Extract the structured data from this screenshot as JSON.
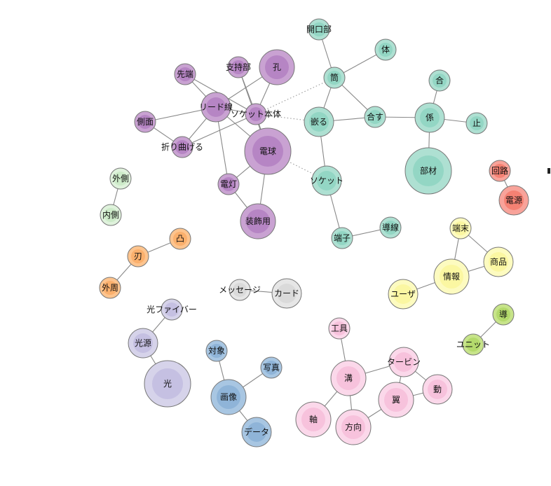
{
  "colors": {
    "purple": [
      "#c9a2d2",
      "#b685c4"
    ],
    "teal": [
      "#aee0d2",
      "#93d6c4"
    ],
    "red": [
      "#f8a39a",
      "#f48173"
    ],
    "green_light": [
      "#dff2dc",
      "#cdebc9"
    ],
    "orange": [
      "#fdc48e",
      "#fbb06d"
    ],
    "lavender": [
      "#d6d3ea",
      "#c5c0e2"
    ],
    "gray": [
      "#e6e6e6",
      "#dadada"
    ],
    "blue": [
      "#a8c6e2",
      "#8fb4d8"
    ],
    "yellow": [
      "#fdfbc0",
      "#fbf7a2"
    ],
    "lime": [
      "#c7e48a",
      "#b4da6c"
    ],
    "pink": [
      "#fbd8ea",
      "#f7c2dc"
    ]
  },
  "nodes": [
    {
      "id": "hole",
      "label": "孔",
      "color": "purple",
      "size": "l"
    },
    {
      "id": "support",
      "label": "支持部",
      "color": "purple",
      "size": "s"
    },
    {
      "id": "tip",
      "label": "先端",
      "color": "purple",
      "size": "s"
    },
    {
      "id": "leadwire",
      "label": "リード線",
      "color": "purple",
      "size": "m"
    },
    {
      "id": "socketbody",
      "label": "ソケット本体",
      "color": "purple",
      "size": "s"
    },
    {
      "id": "side",
      "label": "側面",
      "color": "purple",
      "size": "s"
    },
    {
      "id": "bend",
      "label": "折り曲げる",
      "color": "purple",
      "size": "s"
    },
    {
      "id": "bulb",
      "label": "電球",
      "color": "purple",
      "size": "xl"
    },
    {
      "id": "lamp",
      "label": "電灯",
      "color": "purple",
      "size": "s"
    },
    {
      "id": "decor",
      "label": "装飾用",
      "color": "purple",
      "size": "l"
    },
    {
      "id": "opening",
      "label": "開口部",
      "color": "teal",
      "size": "s"
    },
    {
      "id": "body",
      "label": "体",
      "color": "teal",
      "size": "s"
    },
    {
      "id": "tube",
      "label": "筒",
      "color": "teal",
      "size": "s"
    },
    {
      "id": "fit",
      "label": "嵌る",
      "color": "teal",
      "size": "m"
    },
    {
      "id": "match",
      "label": "合す",
      "color": "teal",
      "size": "s"
    },
    {
      "id": "engage",
      "label": "係",
      "color": "teal",
      "size": "m"
    },
    {
      "id": "go",
      "label": "合",
      "color": "teal",
      "size": "s"
    },
    {
      "id": "stop",
      "label": "止",
      "color": "teal",
      "size": "s"
    },
    {
      "id": "member",
      "label": "部材",
      "color": "teal",
      "size": "xl"
    },
    {
      "id": "socket",
      "label": "ソケット",
      "color": "teal",
      "size": "m"
    },
    {
      "id": "terminal",
      "label": "端子",
      "color": "teal",
      "size": "s"
    },
    {
      "id": "conductor",
      "label": "導線",
      "color": "teal",
      "size": "s"
    },
    {
      "id": "circuit",
      "label": "回路",
      "color": "red",
      "size": "s"
    },
    {
      "id": "power",
      "label": "電源",
      "color": "red",
      "size": "m"
    },
    {
      "id": "outer",
      "label": "外側",
      "color": "green_light",
      "size": "s"
    },
    {
      "id": "inner",
      "label": "内側",
      "color": "green_light",
      "size": "s"
    },
    {
      "id": "convex",
      "label": "凸",
      "color": "orange",
      "size": "s"
    },
    {
      "id": "blade",
      "label": "刃",
      "color": "orange",
      "size": "s"
    },
    {
      "id": "perimeter",
      "label": "外周",
      "color": "orange",
      "size": "s"
    },
    {
      "id": "fiber",
      "label": "光ファイバー",
      "color": "lavender",
      "size": "s"
    },
    {
      "id": "lightsource",
      "label": "光源",
      "color": "lavender",
      "size": "m"
    },
    {
      "id": "light",
      "label": "光",
      "color": "lavender",
      "size": "xl"
    },
    {
      "id": "message",
      "label": "メッセージ",
      "color": "gray",
      "size": "s"
    },
    {
      "id": "card",
      "label": "カード",
      "color": "gray",
      "size": "m"
    },
    {
      "id": "target",
      "label": "対象",
      "color": "blue",
      "size": "s"
    },
    {
      "id": "photo",
      "label": "写真",
      "color": "blue",
      "size": "s"
    },
    {
      "id": "image",
      "label": "画像",
      "color": "blue",
      "size": "l"
    },
    {
      "id": "data",
      "label": "データ",
      "color": "blue",
      "size": "m"
    },
    {
      "id": "term_end",
      "label": "端末",
      "color": "yellow",
      "size": "s"
    },
    {
      "id": "product",
      "label": "商品",
      "color": "yellow",
      "size": "m"
    },
    {
      "id": "info",
      "label": "情報",
      "color": "yellow",
      "size": "l"
    },
    {
      "id": "user",
      "label": "ユーザ",
      "color": "yellow",
      "size": "m"
    },
    {
      "id": "guide",
      "label": "導",
      "color": "lime",
      "size": "s"
    },
    {
      "id": "unit",
      "label": "ユニット",
      "color": "lime",
      "size": "s"
    },
    {
      "id": "tool",
      "label": "工具",
      "color": "pink",
      "size": "s"
    },
    {
      "id": "turbine",
      "label": "タービン",
      "color": "pink",
      "size": "m"
    },
    {
      "id": "groove",
      "label": "溝",
      "color": "pink",
      "size": "l"
    },
    {
      "id": "move",
      "label": "動",
      "color": "pink",
      "size": "m"
    },
    {
      "id": "wing",
      "label": "翼",
      "color": "pink",
      "size": "l"
    },
    {
      "id": "axis",
      "label": "軸",
      "color": "pink",
      "size": "l"
    },
    {
      "id": "direction",
      "label": "方向",
      "color": "pink",
      "size": "l"
    }
  ],
  "edges": [
    {
      "from": "support",
      "to": "socketbody"
    },
    {
      "from": "support",
      "to": "bulb"
    },
    {
      "from": "hole",
      "to": "leadwire"
    },
    {
      "from": "hole",
      "to": "socketbody"
    },
    {
      "from": "tip",
      "to": "leadwire"
    },
    {
      "from": "tip",
      "to": "socketbody"
    },
    {
      "from": "leadwire",
      "to": "socketbody"
    },
    {
      "from": "leadwire",
      "to": "side"
    },
    {
      "from": "leadwire",
      "to": "bend"
    },
    {
      "from": "leadwire",
      "to": "bulb"
    },
    {
      "from": "leadwire",
      "to": "lamp"
    },
    {
      "from": "socketbody",
      "to": "bend"
    },
    {
      "from": "socketbody",
      "to": "bulb"
    },
    {
      "from": "side",
      "to": "bend"
    },
    {
      "from": "bulb",
      "to": "lamp"
    },
    {
      "from": "bulb",
      "to": "decor"
    },
    {
      "from": "lamp",
      "to": "decor"
    },
    {
      "from": "socketbody",
      "to": "tube",
      "dotted": true
    },
    {
      "from": "socketbody",
      "to": "fit",
      "dotted": true
    },
    {
      "from": "bulb",
      "to": "socket",
      "dotted": true
    },
    {
      "from": "opening",
      "to": "tube"
    },
    {
      "from": "body",
      "to": "tube"
    },
    {
      "from": "tube",
      "to": "fit"
    },
    {
      "from": "tube",
      "to": "match"
    },
    {
      "from": "fit",
      "to": "match"
    },
    {
      "from": "fit",
      "to": "socket"
    },
    {
      "from": "match",
      "to": "engage"
    },
    {
      "from": "engage",
      "to": "go"
    },
    {
      "from": "engage",
      "to": "stop"
    },
    {
      "from": "engage",
      "to": "member"
    },
    {
      "from": "socket",
      "to": "terminal"
    },
    {
      "from": "terminal",
      "to": "conductor"
    },
    {
      "from": "circuit",
      "to": "power"
    },
    {
      "from": "outer",
      "to": "inner"
    },
    {
      "from": "convex",
      "to": "blade"
    },
    {
      "from": "blade",
      "to": "perimeter"
    },
    {
      "from": "fiber",
      "to": "lightsource"
    },
    {
      "from": "lightsource",
      "to": "light"
    },
    {
      "from": "message",
      "to": "card"
    },
    {
      "from": "target",
      "to": "image"
    },
    {
      "from": "photo",
      "to": "image"
    },
    {
      "from": "image",
      "to": "data"
    },
    {
      "from": "term_end",
      "to": "info"
    },
    {
      "from": "term_end",
      "to": "product"
    },
    {
      "from": "product",
      "to": "info"
    },
    {
      "from": "info",
      "to": "user"
    },
    {
      "from": "guide",
      "to": "unit"
    },
    {
      "from": "tool",
      "to": "groove"
    },
    {
      "from": "turbine",
      "to": "groove"
    },
    {
      "from": "turbine",
      "to": "move"
    },
    {
      "from": "turbine",
      "to": "wing"
    },
    {
      "from": "groove",
      "to": "axis"
    },
    {
      "from": "groove",
      "to": "direction"
    },
    {
      "from": "wing",
      "to": "direction"
    },
    {
      "from": "wing",
      "to": "move"
    }
  ]
}
